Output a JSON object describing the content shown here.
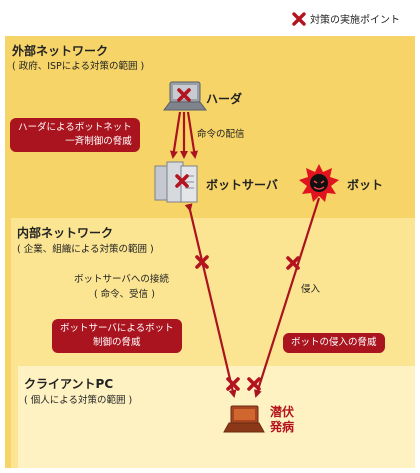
{
  "legend": {
    "label": "対策の実施ポイント",
    "icon": "x-mark-icon"
  },
  "zones": {
    "external": {
      "title": "外部ネットワーク",
      "subtitle": "( 政府、ISPによる対策の範囲 )"
    },
    "internal": {
      "title": "内部ネットワーク",
      "subtitle": "( 企業、組織による対策の範囲 )"
    },
    "client": {
      "title": "クライアントPC",
      "subtitle": "( 個人による対策の範囲 )"
    }
  },
  "nodes": {
    "herder": "ハーダ",
    "bot_server": "ボットサーバ",
    "bot": "ボット",
    "latent_line1": "潜伏",
    "latent_line2": "発病"
  },
  "labels": {
    "command_distribution": "命令の配信",
    "connect_line1": "ボットサーバへの接続",
    "connect_line2": "( 命令、受信 )",
    "intrusion": "侵入"
  },
  "callouts": {
    "herder_threat_line1": "ハーダによるボットネット",
    "herder_threat_line2": "一斉制御の脅威",
    "server_threat_line1": "ボットサーバによるボット",
    "server_threat_line2": "制御の脅威",
    "intrusion_threat": "ボットの侵入の脅威"
  },
  "colors": {
    "external_zone": "#f6d467",
    "internal_zone": "#fbe592",
    "client_zone": "#fef2c3",
    "accent_red": "#a9141f",
    "arrow": "#a9141f"
  }
}
